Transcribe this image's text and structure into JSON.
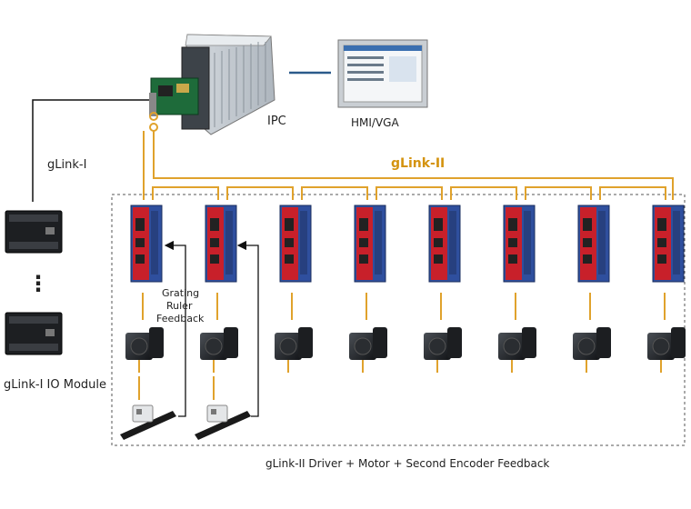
{
  "labels": {
    "ipc": "IPC",
    "hmi": "HMI/VGA",
    "glink1": "gLink-I",
    "glink2": "gLink-II",
    "io_module": "gLink-I IO Module",
    "grating_line1": "Grating",
    "grating_line2": "Ruler",
    "grating_line3": "Feedback",
    "caption": "gLink-II Driver + Motor + Second Encoder Feedback",
    "dots": "⋮"
  },
  "colors": {
    "glink2_line": "#e0a22c",
    "glink2_text": "#d4930f",
    "driver_red": "#c8202a",
    "driver_blue": "#2f4f9e",
    "hmi_link": "#2b5a8a",
    "black_link": "#111111"
  },
  "driver_count": 8,
  "motor_count": 8,
  "ruler_count": 2
}
